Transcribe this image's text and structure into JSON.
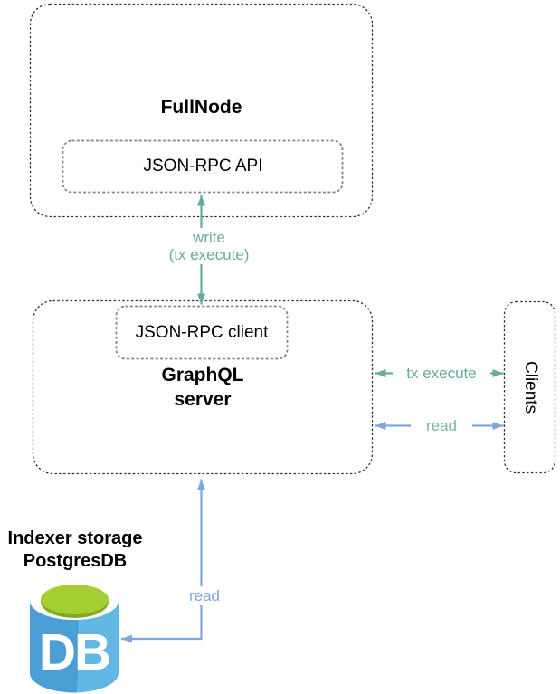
{
  "diagram": {
    "colors": {
      "teal": "#67AB9F",
      "blue": "#7EA6E0",
      "read_clients_label": "#7AB5A8",
      "outer_box_border": "#2e2e2e",
      "inner_box_border": "#858585",
      "text": "#000000",
      "db_body_left": "#4AA0D4",
      "db_body_right": "#61B8E5",
      "db_top_ring": "#FFFFFF",
      "db_top_green_bright": "#A4CE32",
      "db_top_green_dark": "#7FA920",
      "db_label_color": "#FFFFFF"
    },
    "nodes": {
      "fullnode": {
        "title": "FullNode"
      },
      "jsonrpc_api": {
        "label": "JSON-RPC API"
      },
      "graphql_server": {
        "title_line1": "GraphQL",
        "title_line2": "server"
      },
      "jsonrpc_client": {
        "label": "JSON-RPC client"
      },
      "clients": {
        "label": "Clients"
      },
      "indexer_storage": {
        "title_line1": "Indexer storage",
        "title_line2": "PostgresDB",
        "db_icon_label": "DB"
      }
    },
    "edges": {
      "write": {
        "label_line1": "write",
        "label_line2": "(tx execute)"
      },
      "tx_execute": {
        "label": "tx execute"
      },
      "read_clients": {
        "label": "read"
      },
      "read_db": {
        "label": "read"
      }
    }
  }
}
